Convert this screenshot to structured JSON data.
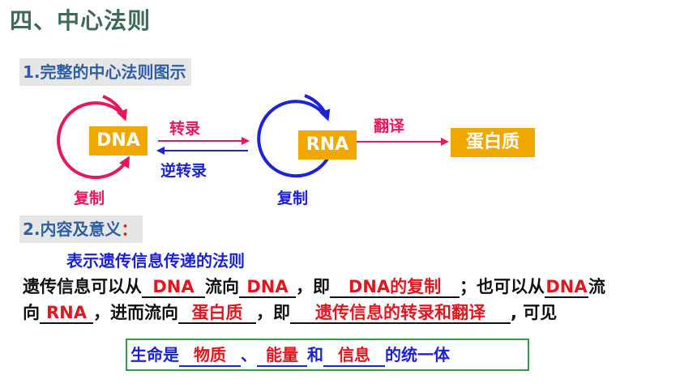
{
  "title": "四、中心法则",
  "section1": {
    "heading": "1.完整的中心法则图示"
  },
  "diagram": {
    "dna_label": "DNA",
    "rna_label": "RNA",
    "protein_label": "蛋白质",
    "transcription_label": "转录",
    "reverse_transcription_label": "逆转录",
    "translation_label": "翻译",
    "dna_replication_label": "复制",
    "rna_replication_label": "复制"
  },
  "section2": {
    "heading": "2.内容及意义",
    "heading_colon": "：",
    "subtitle": "表示遗传信息传递的法则"
  },
  "paragraph": {
    "p1": "遗传信息可以从",
    "b1": "DNA",
    "p2": "流向",
    "b2": "DNA",
    "p3": "，即",
    "b3": "DNA的复制",
    "p4": "；也可以从",
    "b4": "DNA",
    "p5": "流",
    "p6": "向",
    "b5": "RNA",
    "p7": "，进而流向",
    "b6": "蛋白质",
    "p8": "，即",
    "b7": "遗传信息的转录和翻译",
    "p9": ", 可见"
  },
  "summary": {
    "s1": "生命是",
    "b1": "物质",
    "s2": "、",
    "b2": "能量",
    "s3": "和",
    "b3": "信息",
    "s4": "的统一体"
  },
  "colors": {
    "title": "#3c6a55",
    "heading": "#2e5fa3",
    "box": "#f0a800",
    "pink": "#e8175d",
    "blue": "#1c22d6",
    "answer_red": "#e3161f",
    "summary_border": "#2e9e44"
  }
}
